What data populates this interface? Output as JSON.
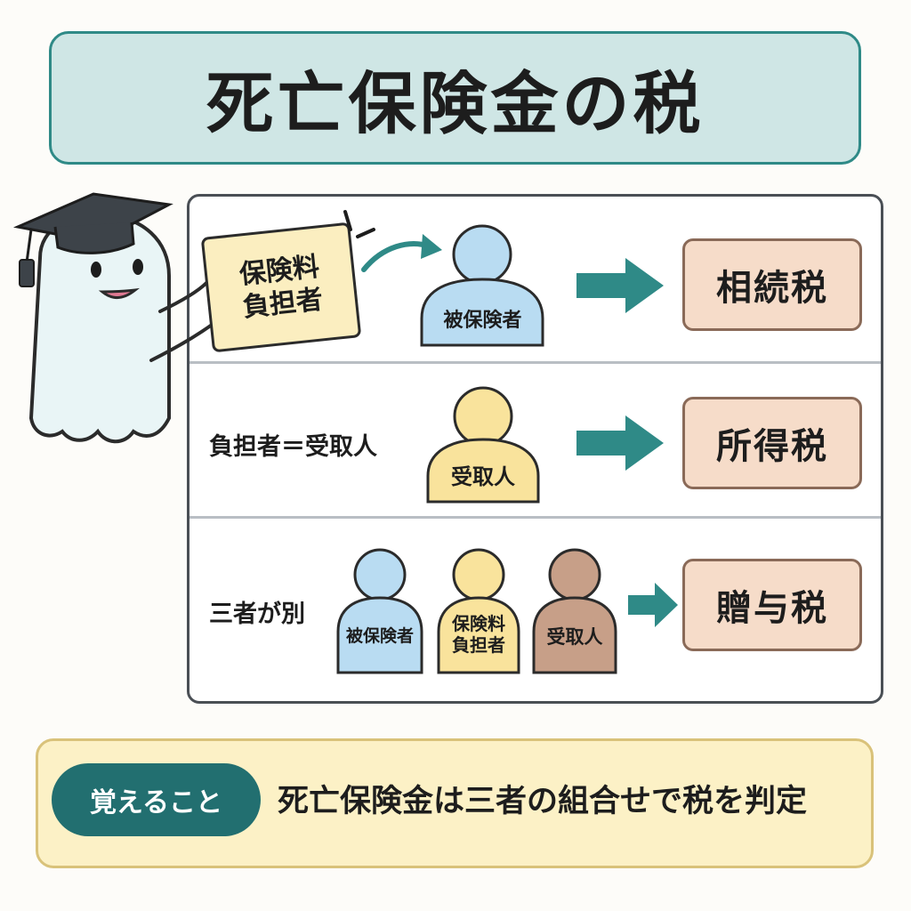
{
  "title": "死亡保険金の税",
  "payer_card": {
    "line1": "保険料",
    "line2": "負担者"
  },
  "rows": [
    {
      "label": "",
      "people": [
        {
          "line1": "被保険者",
          "line2": ""
        }
      ],
      "tax": "相続税"
    },
    {
      "label": "負担者＝受取人",
      "people": [
        {
          "line1": "受取人",
          "line2": ""
        }
      ],
      "tax": "所得税"
    },
    {
      "label": "三者が別",
      "people": [
        {
          "line1": "被保険者",
          "line2": ""
        },
        {
          "line1": "保険料",
          "line2": "負担者"
        },
        {
          "line1": "受取人",
          "line2": ""
        }
      ],
      "tax": "贈与税"
    }
  ],
  "note": {
    "badge": "覚えること",
    "text": "死亡保険金は三者の組合せで税を判定"
  },
  "colors": {
    "insured": "#b9dcf2",
    "payer_receiver": "#f9e39c",
    "receiver": "#c79f88",
    "arrow": "#2f8a87",
    "tax_box": "#f6dcc9"
  },
  "icons": [
    "graduation-cap-icon",
    "ghost-mascot-icon",
    "curved-arrow-icon",
    "person-icon",
    "right-arrow-icon"
  ]
}
